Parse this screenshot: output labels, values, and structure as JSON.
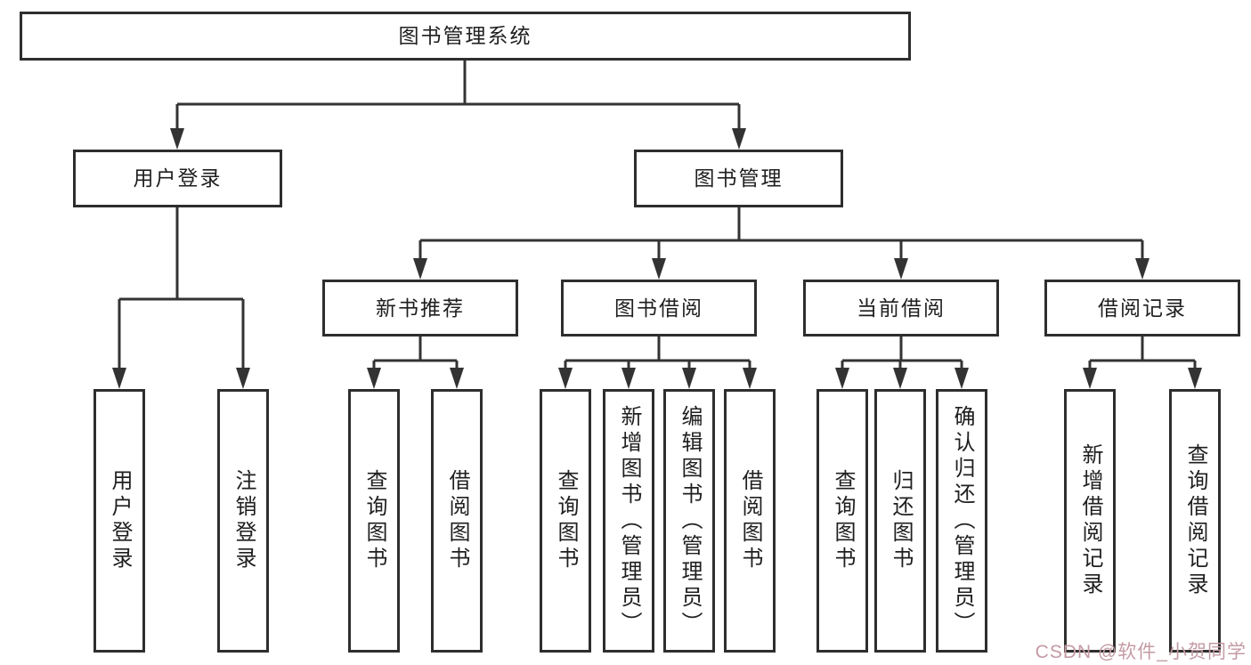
{
  "diagram": {
    "root": {
      "label": "图书管理系统"
    },
    "branches": [
      {
        "label": "用户登录",
        "children": [
          {
            "label": "用户登录"
          },
          {
            "label": "注销登录"
          }
        ]
      },
      {
        "label": "图书管理",
        "children": [
          {
            "label": "新书推荐",
            "children": [
              {
                "label": "查询图书"
              },
              {
                "label": "借阅图书"
              }
            ]
          },
          {
            "label": "图书借阅",
            "children": [
              {
                "label": "查询图书"
              },
              {
                "label": "新增图书（管理员）"
              },
              {
                "label": "编辑图书（管理员）"
              },
              {
                "label": "借阅图书"
              }
            ]
          },
          {
            "label": "当前借阅",
            "children": [
              {
                "label": "查询图书"
              },
              {
                "label": "归还图书"
              },
              {
                "label": "确认归还（管理员）"
              }
            ]
          },
          {
            "label": "借阅记录",
            "children": [
              {
                "label": "新增借阅记录"
              },
              {
                "label": "查询借阅记录"
              }
            ]
          }
        ]
      }
    ]
  },
  "watermark": {
    "text": "CSDN @软件_小贺同学",
    "color": "#c49ba4"
  },
  "colors": {
    "line": "#333333",
    "box_border": "#2e2e2e",
    "text": "#1f1f1f",
    "background": "#ffffff"
  }
}
